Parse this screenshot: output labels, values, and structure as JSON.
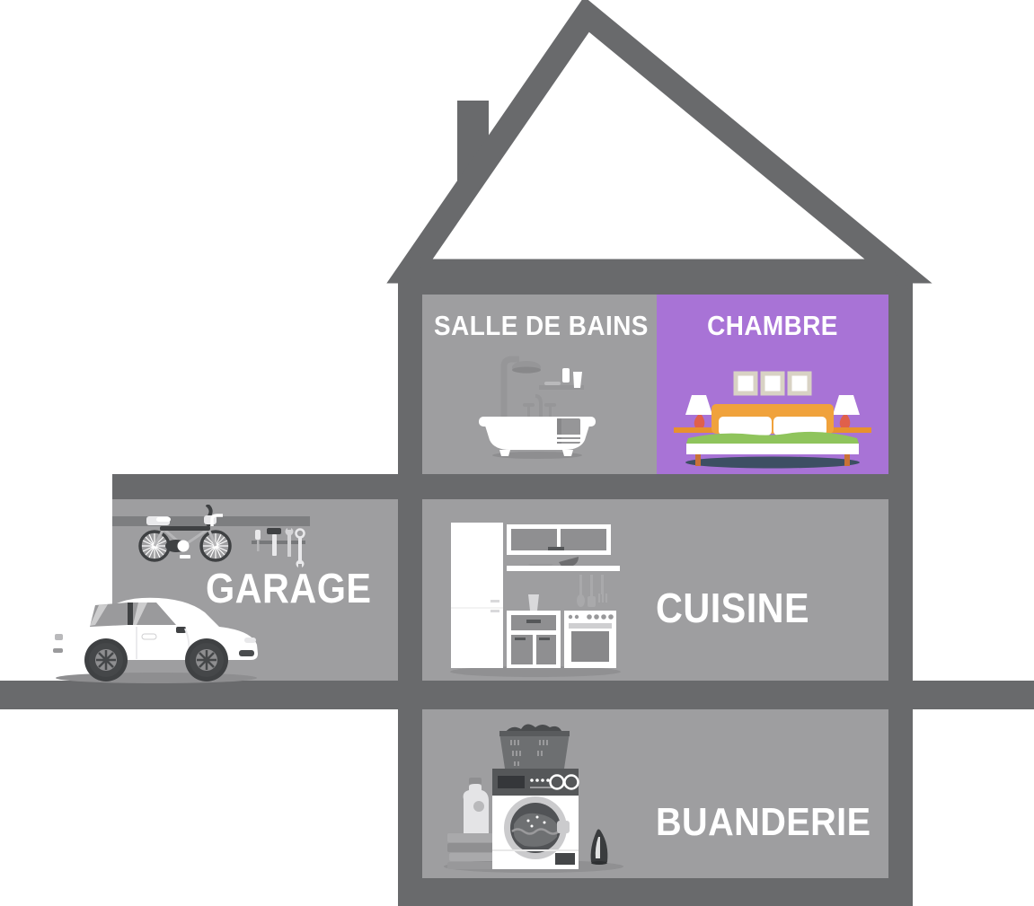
{
  "diagram": {
    "name": "house-cross-section",
    "labels": {
      "salle_de_bains": "SALLE DE BAINS",
      "chambre": "CHAMBRE",
      "garage": "GARAGE",
      "cuisine": "CUISINE",
      "buanderie": "BUANDERIE"
    },
    "rooms": [
      {
        "id": "salle-de-bains",
        "label": "SALLE DE BAINS",
        "highlighted": false,
        "icon": "bathtub-shower-icon",
        "background": "#9e9ea0"
      },
      {
        "id": "chambre",
        "label": "CHAMBRE",
        "highlighted": true,
        "icon": "double-bed-icon",
        "background": "#a873d6"
      },
      {
        "id": "garage",
        "label": "GARAGE",
        "highlighted": false,
        "icon": "car-bicycle-tools-icon",
        "background": "#9e9ea0"
      },
      {
        "id": "cuisine",
        "label": "CUISINE",
        "highlighted": false,
        "icon": "kitchen-units-icon",
        "background": "#9e9ea0"
      },
      {
        "id": "buanderie",
        "label": "BUANDERIE",
        "highlighted": false,
        "icon": "washing-machine-icon",
        "background": "#9e9ea0"
      }
    ],
    "colors": {
      "structure": "#696a6c",
      "room_gray": "#9e9ea0",
      "highlight_purple": "#a873d6",
      "label_text": "#ffffff",
      "bed_orange": "#f0a23c",
      "bed_green": "#8fc45c",
      "lamp_coral": "#e0604b",
      "bed_shadow": "#3d4f63"
    }
  }
}
